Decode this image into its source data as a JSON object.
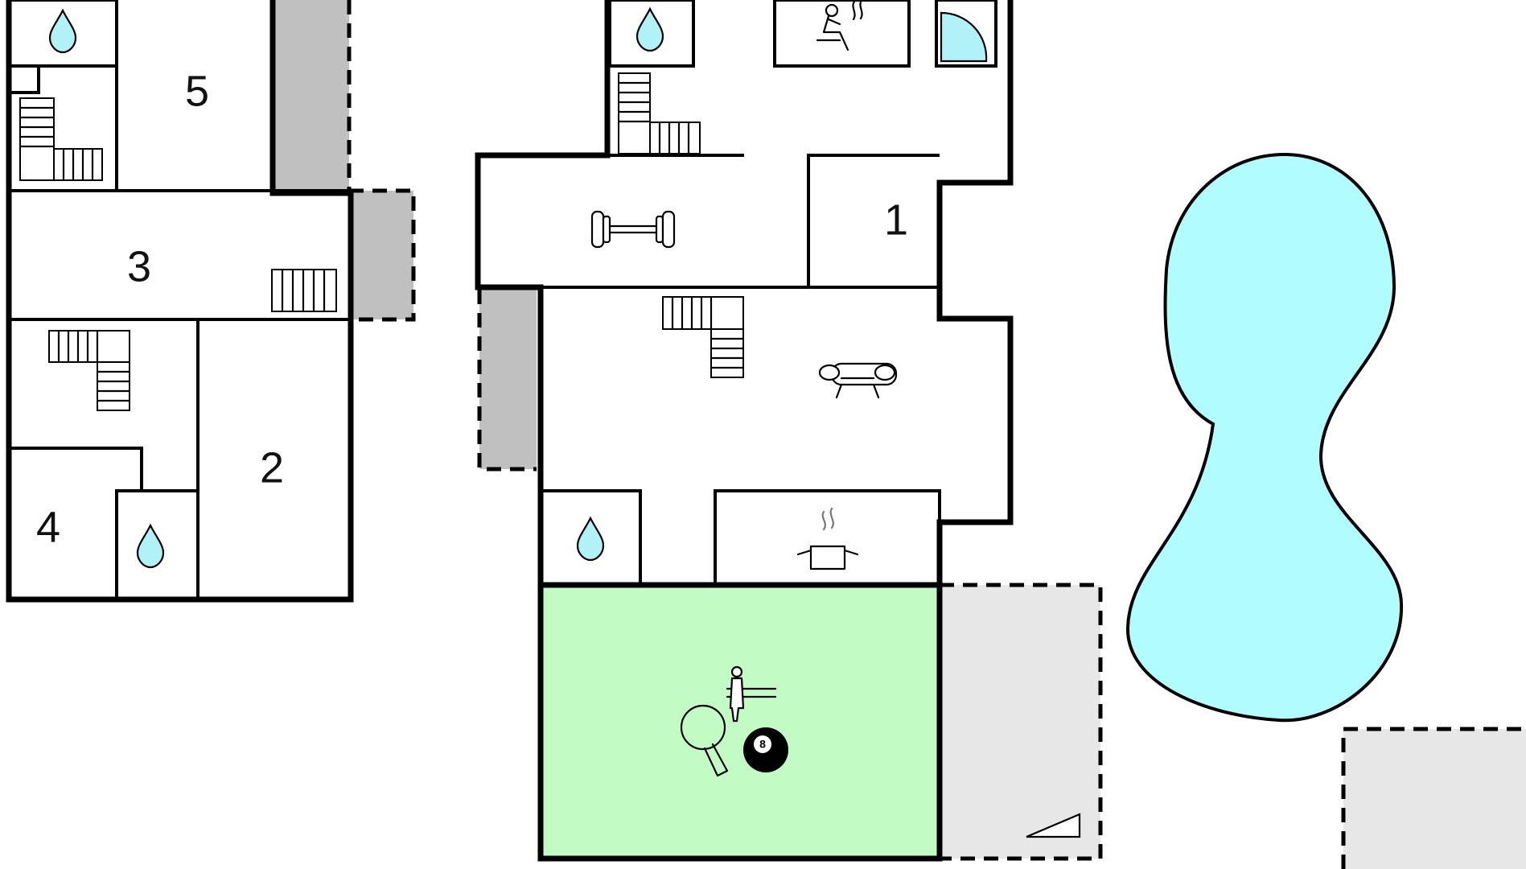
{
  "floorplan": {
    "room_numbers": {
      "room1": "1",
      "room2": "2",
      "room3": "3",
      "room4": "4",
      "room5": "5"
    },
    "icons": {
      "bathroom": "water-drop-icon",
      "sauna": "sauna-icon",
      "shower": "shower-icon",
      "fitness": "dumbbell-icon",
      "living": "sofa-icon",
      "kitchen": "cooking-pot-icon",
      "foosball": "table-football-icon",
      "table_tennis": "table-tennis-icon",
      "billiards": "billiard-8-ball-icon",
      "billiard_ball_label": "8",
      "stairs": "staircase-icon"
    },
    "colors": {
      "walls": "#000000",
      "water": "#b0f2f7",
      "pool": "#b0fcff",
      "activity_room": "#c2fcc4",
      "covered_terrace": "#c0c0c0",
      "outdoor_area": "#e7e7e7",
      "background": "#ffffff"
    }
  }
}
